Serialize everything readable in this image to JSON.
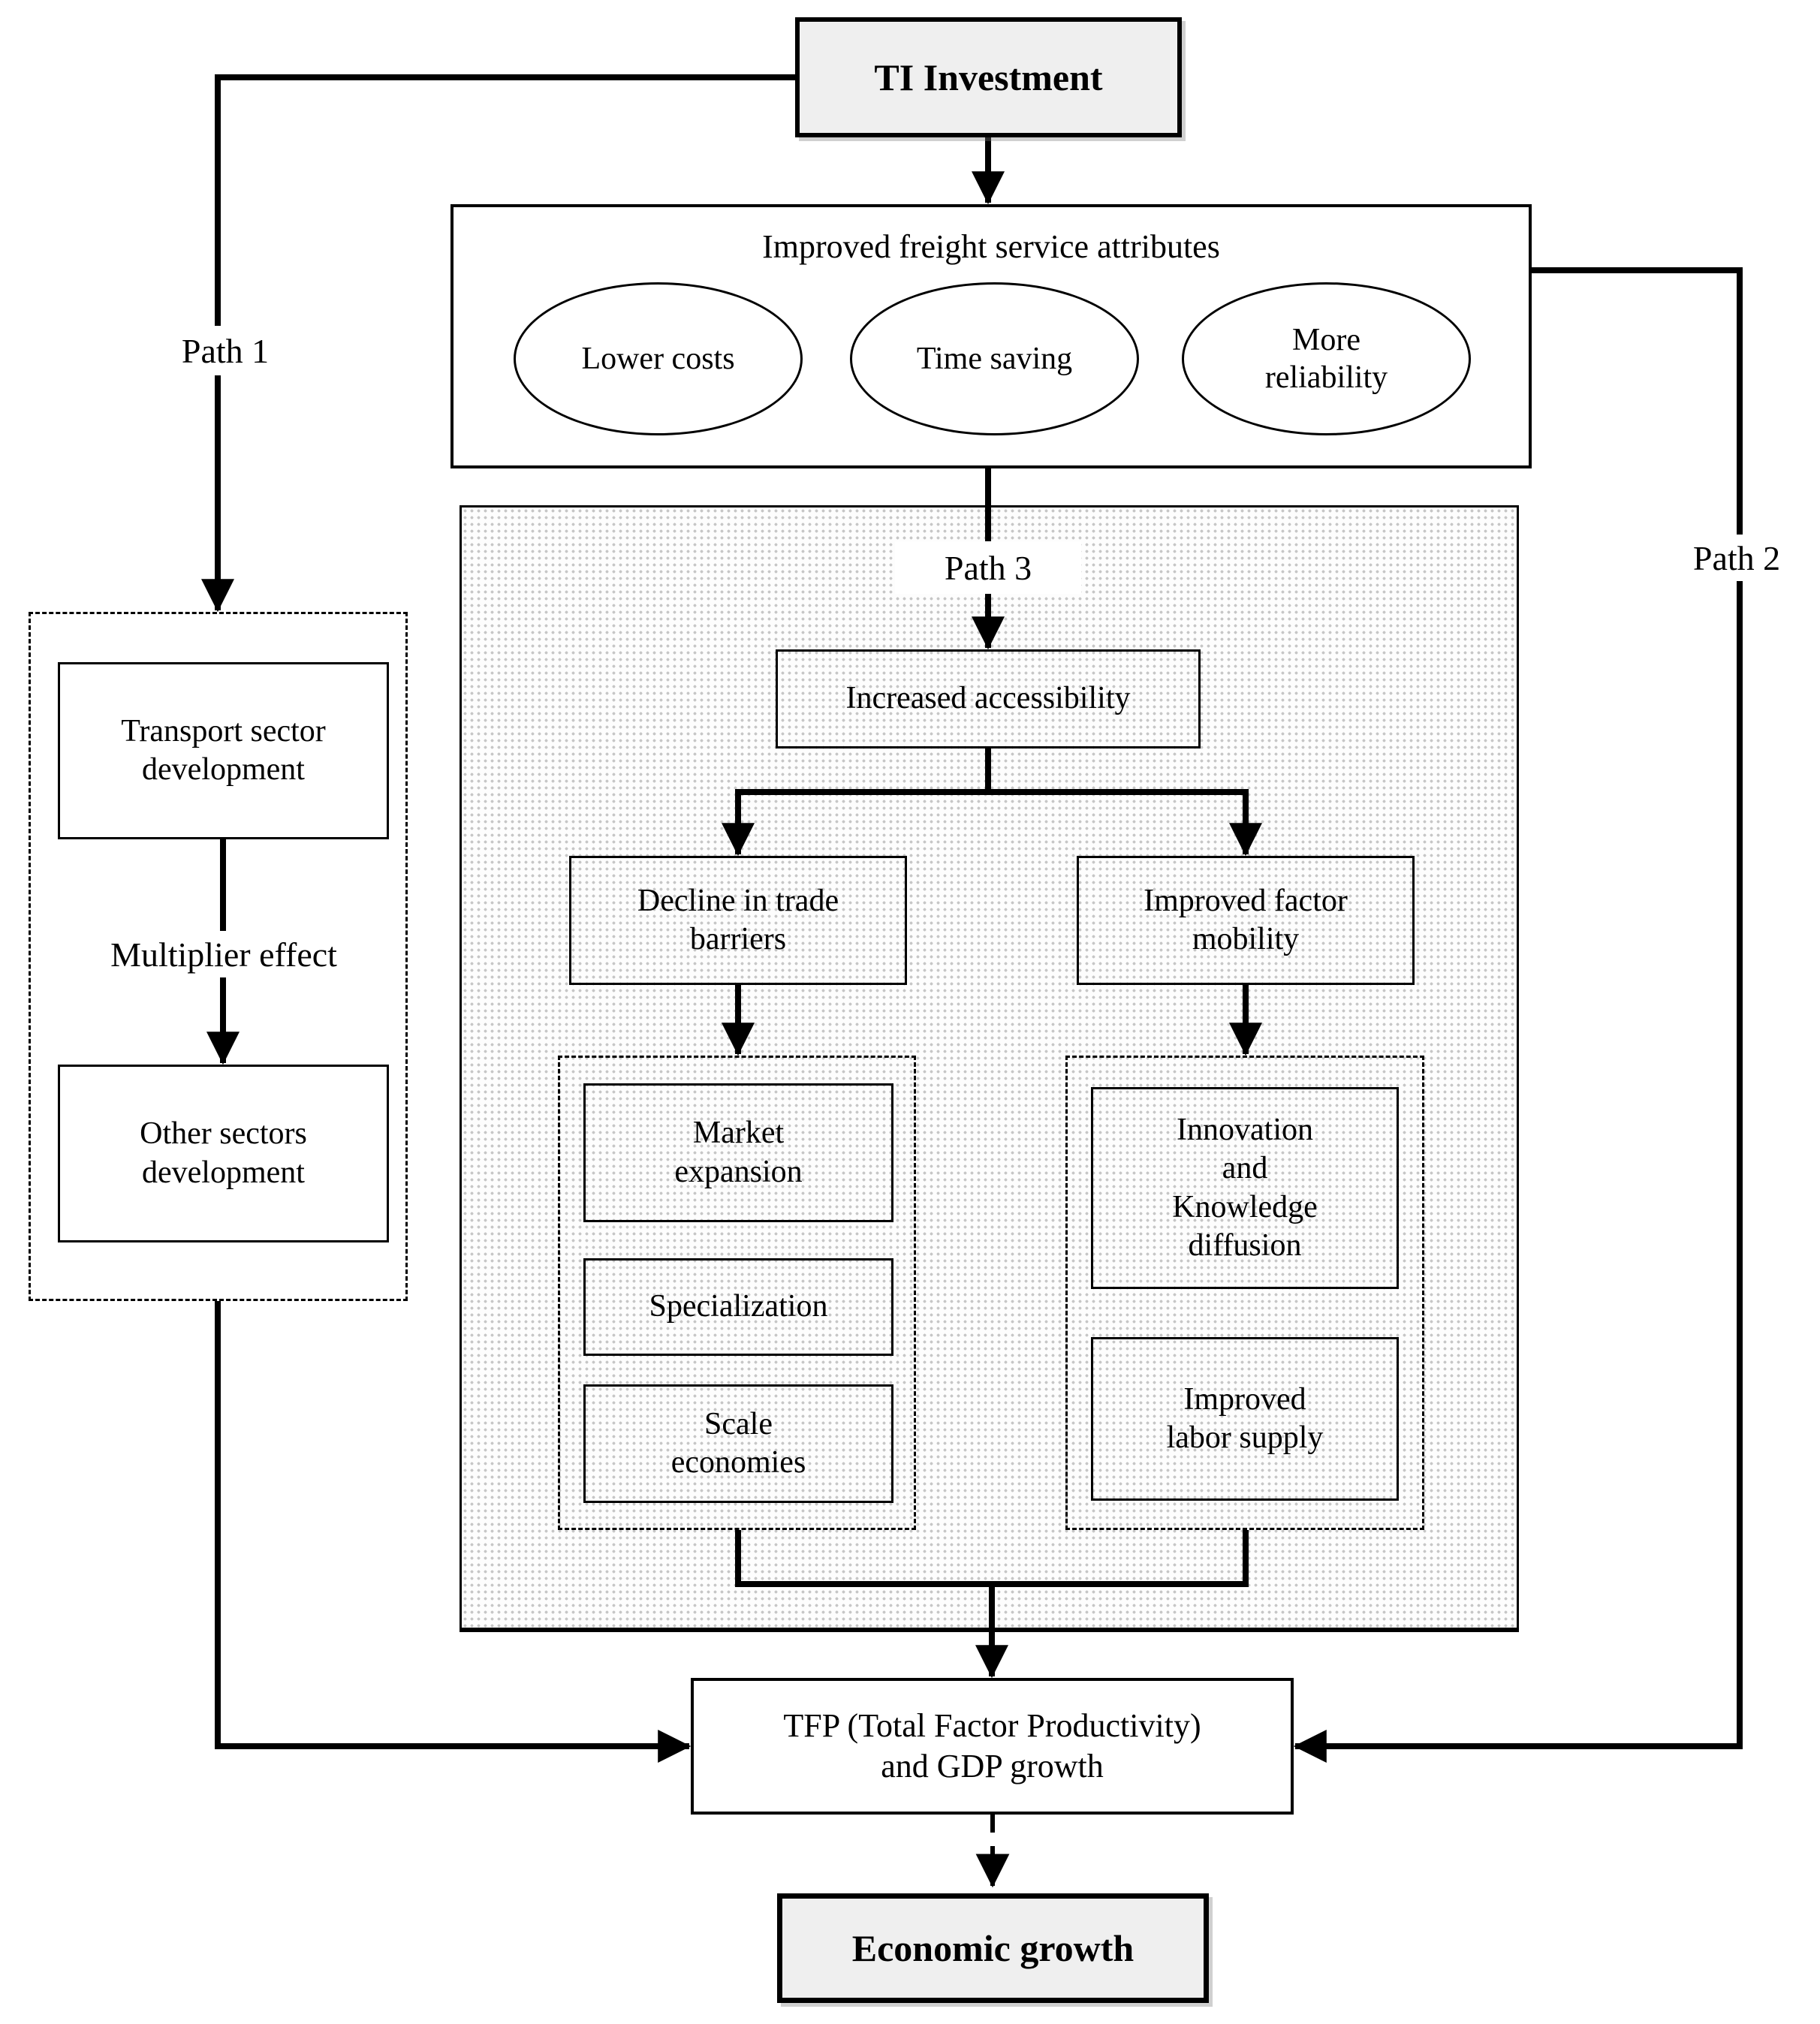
{
  "diagram": {
    "title_node": "TI Investment",
    "freight": {
      "title": "Improved freight service attributes",
      "attributes": [
        "Lower costs",
        "Time saving",
        "More\nreliability"
      ]
    },
    "paths": {
      "path1": "Path 1",
      "path2": "Path 2",
      "path3": "Path 3"
    },
    "left_chain": {
      "transport_sector": "Transport sector\ndevelopment",
      "multiplier_effect": "Multiplier effect",
      "other_sectors": "Other sectors\ndevelopment"
    },
    "middle_chain": {
      "increased_accessibility": "Increased accessibility",
      "decline_trade_barriers": "Decline in trade\nbarriers",
      "improved_factor_mobility": "Improved factor\nmobility",
      "trade_effects": [
        "Market\nexpansion",
        "Specialization",
        "Scale\neconomies"
      ],
      "mobility_effects": [
        "Innovation\nand\nKnowledge\ndiffusion",
        "Improved\nlabor supply"
      ]
    },
    "outcomes": {
      "tfp_gdp": "TFP (Total Factor Productivity)\nand GDP growth",
      "economic_growth": "Economic growth"
    },
    "colors": {
      "line": "#000000",
      "gray_fill": "#efefef",
      "dot_pattern": "#c7c7c7",
      "background": "#ffffff"
    }
  }
}
